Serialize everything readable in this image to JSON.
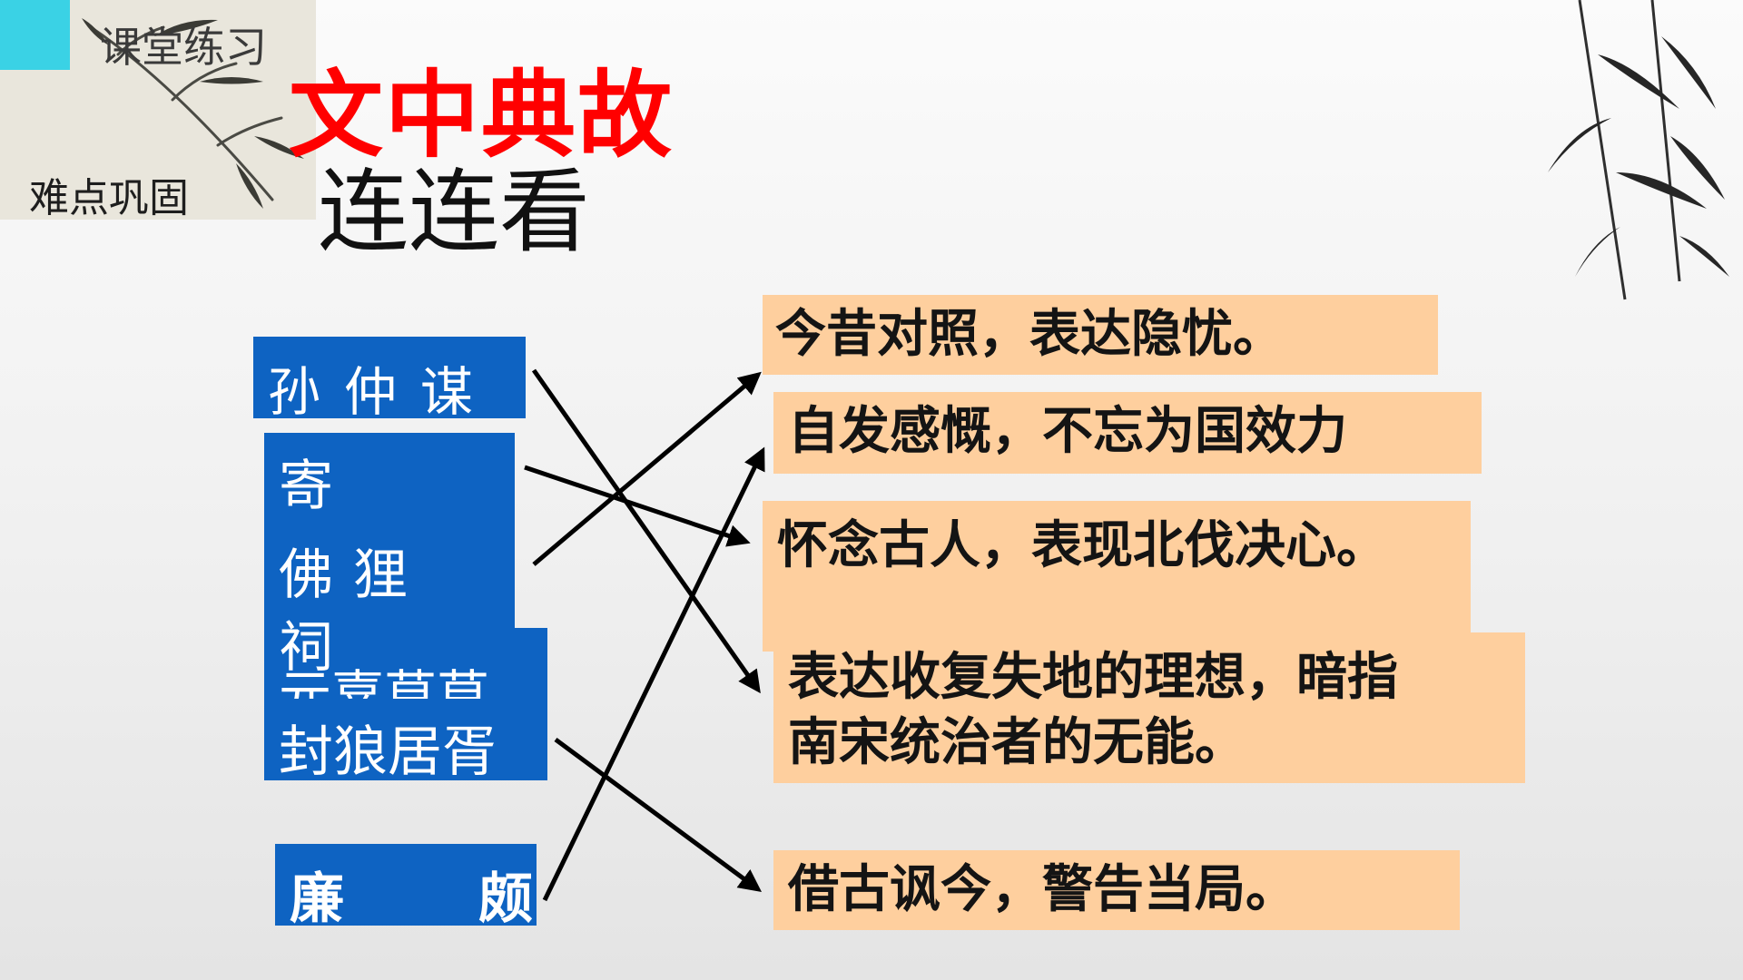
{
  "header": {
    "title": "课堂练习",
    "subtitle": "难点巩固"
  },
  "main_title": "文中典故",
  "sub_title": "连连看",
  "left_items": {
    "sun": "孙仲谋",
    "jinu_lines": [
      "寄",
      "佛狸",
      "祠",
      "元嘉草草",
      "封狼居胥"
    ],
    "lian_left": "廉",
    "lian_right": "颇"
  },
  "answers": {
    "a1": "今昔对照，表达隐忧。",
    "a2": "自发感慨，不忘为国效力",
    "a3": "怀念古人，表现北伐决心。",
    "a4_line1": "表达收复失地的理想，暗指",
    "a4_line2": "南宋统治者的无能。",
    "a5": "借古讽今，警告当局。"
  },
  "colors": {
    "accent_cyan": "#3ad2e5",
    "title_red": "#ff0000",
    "blue_box": "#0e63c2",
    "peach_box": "#fecf9e"
  },
  "icons": [
    "bamboo-icon",
    "leaf-icon"
  ]
}
